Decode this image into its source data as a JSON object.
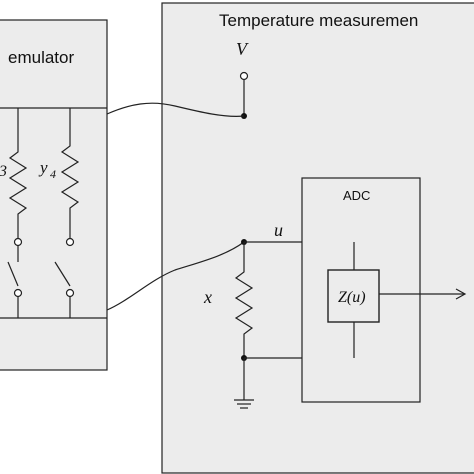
{
  "emulator": {
    "title": "emulator",
    "label_y3_suffix": "3",
    "label_y4": "y",
    "label_y4_sub": "4"
  },
  "measurement": {
    "title": "Temperature measuremen"
  },
  "labels": {
    "V": "V",
    "u": "u",
    "x": "x",
    "adc": "ADC",
    "z": "Z(u)"
  }
}
